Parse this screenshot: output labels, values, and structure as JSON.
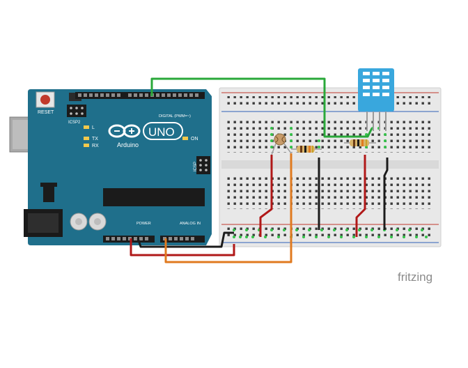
{
  "arduino": {
    "reset_label": "RESET",
    "icsp2_label": "ICSP2",
    "icsp_label": "ICSP",
    "logo_text": "UNO",
    "brand_text": "Arduino",
    "digital_label": "DIGITAL (PWM=~)",
    "power_label": "POWER",
    "analog_label": "ANALOG IN",
    "led_l": "L",
    "led_tx": "TX",
    "led_rx": "RX",
    "led_on": "ON"
  },
  "watermark": "fritzing",
  "colors": {
    "board": "#1f6f8b",
    "breadboard": "#e9e9e9",
    "wire_green": "#2aa83a",
    "wire_red": "#b01818",
    "wire_orange": "#e07a1f",
    "wire_black": "#1b1b1b",
    "sensor_blue": "#39a7dd"
  },
  "components": {
    "sensor": "dht-sensor",
    "photoresistor": "ldr",
    "resistors": [
      "resistor-1",
      "resistor-2"
    ]
  }
}
